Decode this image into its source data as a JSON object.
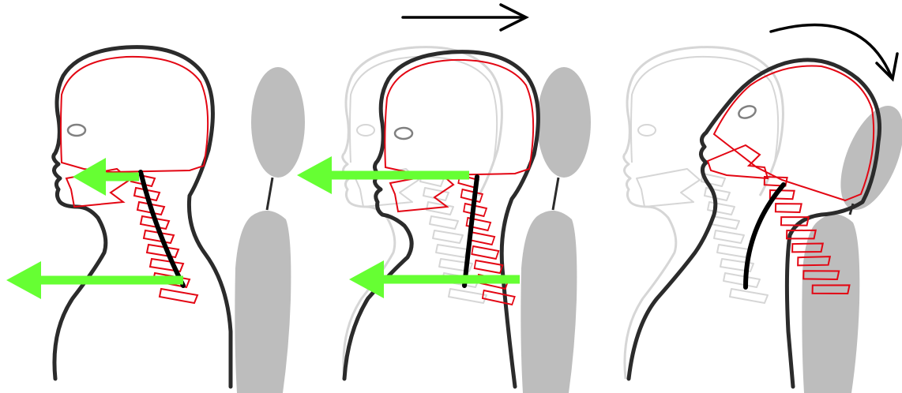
{
  "diagram": {
    "panels": [
      {
        "id": "before-impact"
      },
      {
        "id": "forward-motion"
      },
      {
        "id": "head-rotation"
      }
    ],
    "colors": {
      "background": "#ffffff",
      "outline": "#2b2b2b",
      "skeleton": "#e30613",
      "force_arrow": "#66ff33",
      "seat": "#bdbdbd",
      "ghost": "#d6d6d6",
      "motion_arrow": "#000000",
      "eye": "#808080"
    }
  }
}
